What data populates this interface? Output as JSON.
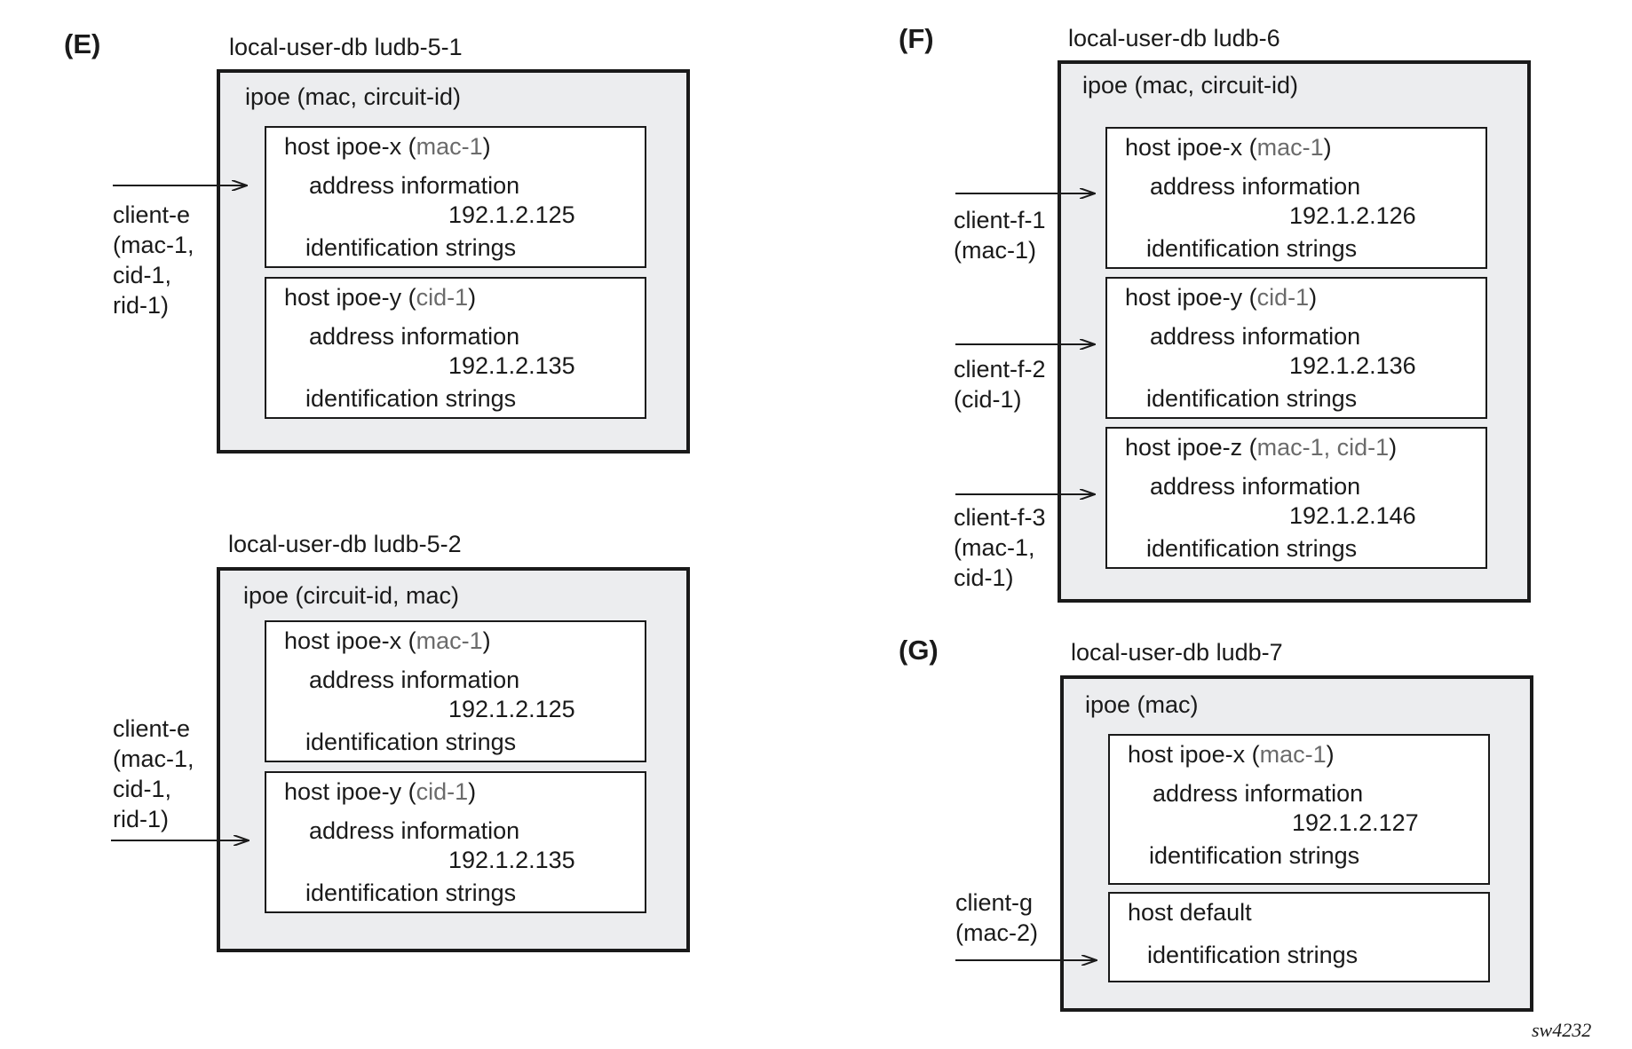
{
  "panels": [
    {
      "id": "E1",
      "label": "(E)",
      "db_title": "local-user-db ludb-5-1",
      "ipoe_title": "ipoe (mac, circuit-id)",
      "hosts": [
        {
          "prefix": "host ipoe-x (",
          "key": "mac-1",
          "suffix": ")",
          "addr_label": "address information",
          "ip": "192.1.2.125",
          "id_label": "identification strings"
        },
        {
          "prefix": "host ipoe-y (",
          "key": "cid-1",
          "suffix": ")",
          "addr_label": "address information",
          "ip": "192.1.2.135",
          "id_label": "identification strings"
        }
      ],
      "clients": [
        {
          "text": "client-e\n(mac-1,\ncid-1,\nrid-1)"
        }
      ]
    },
    {
      "id": "E2",
      "label": "",
      "db_title": "local-user-db ludb-5-2",
      "ipoe_title": "ipoe (circuit-id, mac)",
      "hosts": [
        {
          "prefix": "host ipoe-x (",
          "key": "mac-1",
          "suffix": ")",
          "addr_label": "address information",
          "ip": "192.1.2.125",
          "id_label": "identification strings"
        },
        {
          "prefix": "host ipoe-y (",
          "key": "cid-1",
          "suffix": ")",
          "addr_label": "address information",
          "ip": "192.1.2.135",
          "id_label": "identification strings"
        }
      ],
      "clients": [
        {
          "text": "client-e\n(mac-1,\ncid-1,\nrid-1)"
        }
      ]
    },
    {
      "id": "F",
      "label": "(F)",
      "db_title": "local-user-db ludb-6",
      "ipoe_title": "ipoe (mac, circuit-id)",
      "hosts": [
        {
          "prefix": "host ipoe-x (",
          "key": "mac-1",
          "suffix": ")",
          "addr_label": "address information",
          "ip": "192.1.2.126",
          "id_label": "identification strings"
        },
        {
          "prefix": "host ipoe-y (",
          "key": "cid-1",
          "suffix": ")",
          "addr_label": "address information",
          "ip": "192.1.2.136",
          "id_label": "identification strings"
        },
        {
          "prefix": "host ipoe-z (",
          "key": "mac-1, cid-1",
          "suffix": ")",
          "addr_label": "address information",
          "ip": "192.1.2.146",
          "id_label": "identification strings"
        }
      ],
      "clients": [
        {
          "text": "client-f-1\n(mac-1)"
        },
        {
          "text": "client-f-2\n(cid-1)"
        },
        {
          "text": "client-f-3\n(mac-1,\ncid-1)"
        }
      ]
    },
    {
      "id": "G",
      "label": "(G)",
      "db_title": "local-user-db ludb-7",
      "ipoe_title": "ipoe (mac)",
      "hosts": [
        {
          "prefix": "host ipoe-x (",
          "key": "mac-1",
          "suffix": ")",
          "addr_label": "address information",
          "ip": "192.1.2.127",
          "id_label": "identification strings"
        },
        {
          "prefix": "host default",
          "key": "",
          "suffix": "",
          "addr_label": "",
          "ip": "",
          "id_label": "identification strings"
        }
      ],
      "clients": [
        {
          "text": "client-g\n(mac-2)"
        }
      ]
    }
  ],
  "figure_id": "sw4232"
}
